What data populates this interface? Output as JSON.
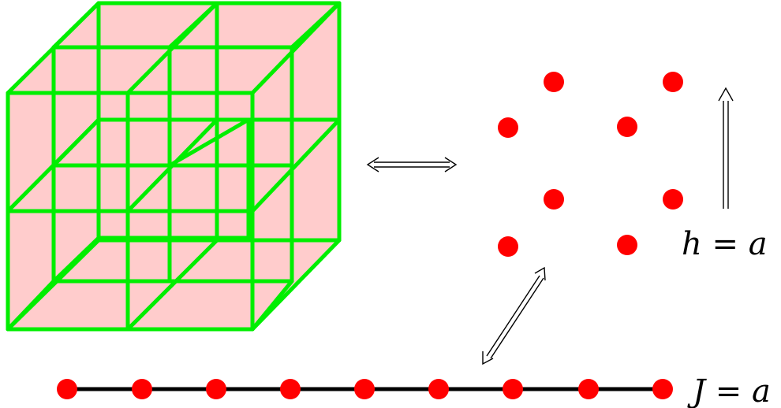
{
  "labels": {
    "h": "h = a",
    "j": "J = a"
  },
  "colors": {
    "cube_fill": "#ffcccc",
    "cube_edges": "#00ee00",
    "dots": "#ff0000",
    "chain_line": "#000000",
    "arrows": "#000000"
  },
  "icons": {
    "equivalence": "double-headed-double-arrow",
    "flow_up": "up-double-arrow"
  },
  "counts": {
    "cluster_dots": 8,
    "chain_dots": 9
  }
}
